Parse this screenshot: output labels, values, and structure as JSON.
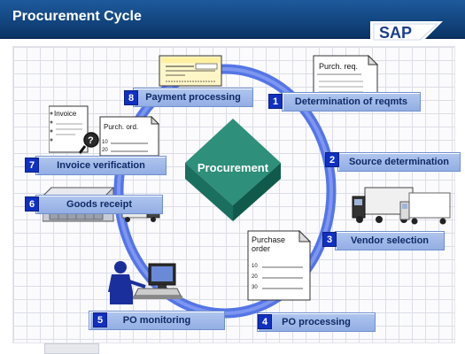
{
  "slide": {
    "title": "Procurement Cycle",
    "logo_text": "SAP",
    "center_label": "Procurement"
  },
  "colors": {
    "header": "#134680",
    "ring": "#5575e6",
    "step_fill": "#a6bcea",
    "step_number": "#1030c0",
    "diamond_top": "#2e8f7a",
    "diamond_right": "#105a4c",
    "diamond_left": "#1b6f5f"
  },
  "steps": [
    {
      "number": "1",
      "label": "Determination of reqmts"
    },
    {
      "number": "2",
      "label": "Source determination"
    },
    {
      "number": "3",
      "label": "Vendor selection"
    },
    {
      "number": "4",
      "label": "PO processing"
    },
    {
      "number": "5",
      "label": "PO monitoring"
    },
    {
      "number": "6",
      "label": "Goods receipt"
    },
    {
      "number": "7",
      "label": "Invoice verification"
    },
    {
      "number": "8",
      "label": "Payment processing"
    }
  ],
  "documents": {
    "purchase_requisition": "Purch. req.",
    "purchase_order_small": "Purch. ord.",
    "invoice": "Invoice",
    "purchase_order_large": [
      "Purchase",
      "order"
    ],
    "po_line_numbers": [
      "10",
      "20",
      "30"
    ],
    "small_po_line_numbers": [
      "10",
      "20"
    ]
  },
  "icons": [
    "payment-document-icon",
    "requisition-document-icon",
    "invoice-magnifier-icon",
    "warehouse-truck-icon",
    "trucks-icon",
    "purchase-order-document-icon",
    "computer-user-icon"
  ]
}
